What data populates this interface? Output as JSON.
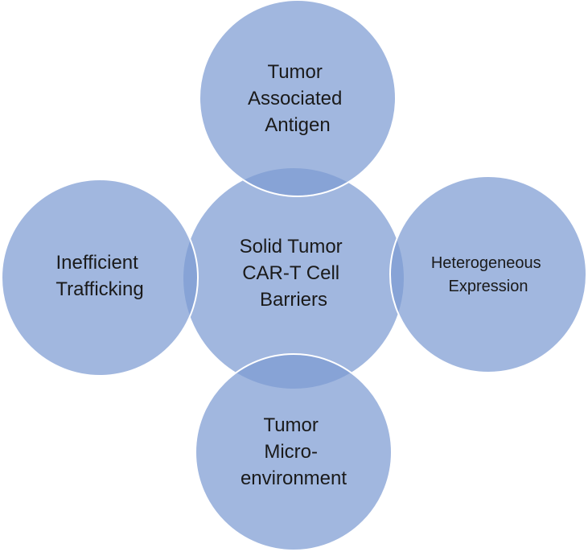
{
  "diagram": {
    "center": {
      "lines": [
        "Solid Tumor",
        "CAR-T Cell",
        "Barriers"
      ]
    },
    "top": {
      "lines": [
        "Tumor",
        "Associated",
        "Antigen"
      ]
    },
    "left": {
      "lines": [
        "Inefficient",
        "Trafficking"
      ]
    },
    "right": {
      "lines": [
        "Heterogeneous",
        "Expression"
      ]
    },
    "bottom": {
      "lines": [
        "Tumor",
        "Micro-",
        "environment"
      ]
    }
  },
  "colors": {
    "circle_fill": "#7d9bd2",
    "circle_stroke": "#ffffff",
    "text": "#1a1a1a"
  }
}
